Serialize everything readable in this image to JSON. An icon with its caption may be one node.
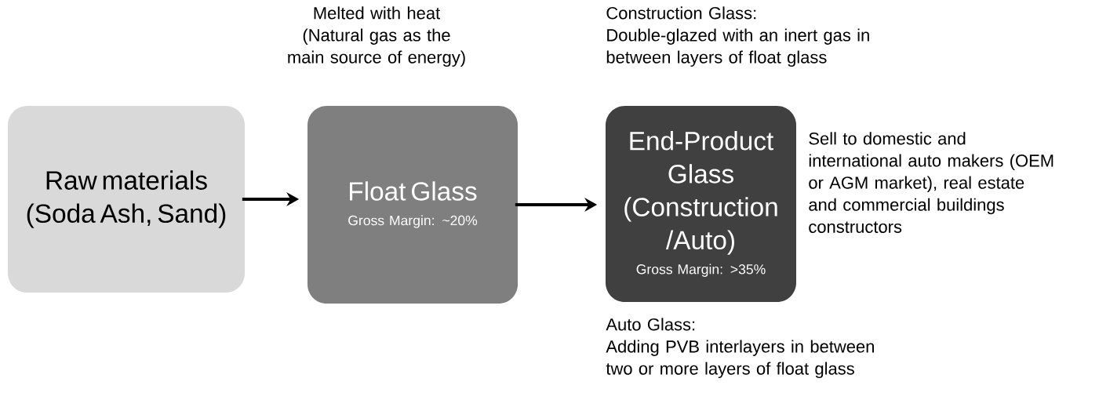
{
  "diagram": {
    "nodes": [
      {
        "text": [
          "Raw materials (Soda Ash, Sand)"
        ]
      },
      {
        "text": [
          "Float Glass",
          "Gross Margin: ~20%"
        ],
        "beside": [
          "Melted with heat (Natural gas as the main source of energy)"
        ]
      },
      {
        "text": [
          "End-Product Glass (Construction /Auto)",
          "Gross Margin: >35%"
        ],
        "beside": [
          "Construction Glass:",
          "Double-glazed with an inert gas in between layers of float glass",
          "Sell to domestic and international auto makers (OEM or AGM market), real estate and commercial buildings constructors",
          "Auto Glass:",
          "Adding PVB interlayers in between two or more layers of float glass"
        ]
      }
    ],
    "edges": [
      {
        "from": 0,
        "to": 1,
        "arrow": "to"
      },
      {
        "from": 1,
        "to": 2,
        "arrow": "to"
      }
    ]
  }
}
